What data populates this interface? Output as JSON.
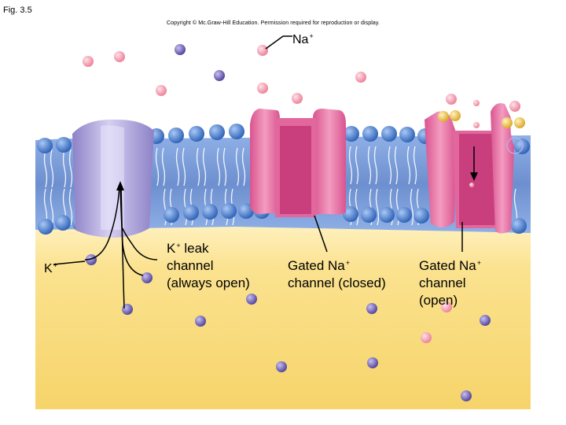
{
  "figure_label": "Fig. 3.5",
  "copyright": "Copyright © Mc.Graw-Hill Education. Permission required for reproduction or display.",
  "labels": {
    "na_ion": {
      "base": "Na",
      "sup": "+"
    },
    "k_ion": {
      "base": "K",
      "sup": "+"
    },
    "k_leak": {
      "line1_base": "K",
      "line1_sup": "+",
      "line1_rest": " leak",
      "line2": "channel",
      "line3": "(always open)"
    },
    "na_closed": {
      "line1": "Gated Na",
      "line1_sup": "+",
      "line2": "channel (closed)"
    },
    "na_open": {
      "line1": "Gated Na",
      "line1_sup": "+",
      "line2": "channel",
      "line3": "(open)"
    }
  },
  "colors": {
    "extracellular": "#ffffff",
    "intracellular": "#f9d772",
    "membrane": "#6c8fcf",
    "lipid_head": "#3f76c9",
    "k_channel": "#a99fd8",
    "na_channel": "#e66ea3",
    "na_ion": "#f18ea3",
    "k_ion": "#6a5aae",
    "gate": "#f3c94b"
  }
}
